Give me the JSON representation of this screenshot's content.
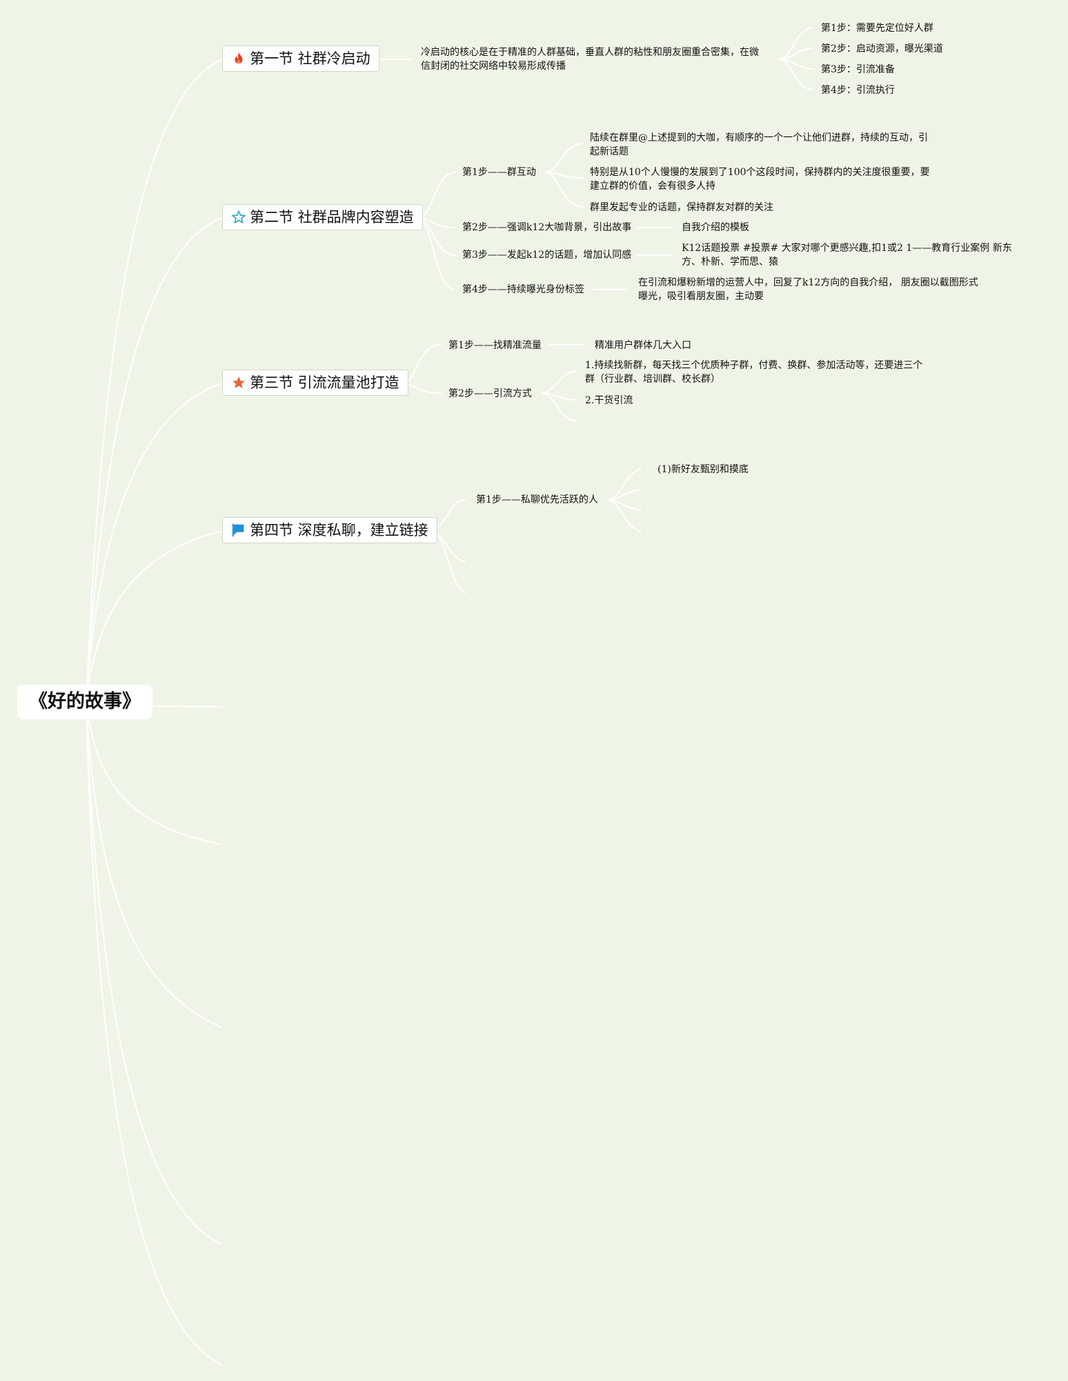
{
  "root": {
    "label": "《好的故事》"
  },
  "sections": [
    {
      "title": "第一节 社群冷启动",
      "icon": "flame-icon",
      "summary": "冷启动的核心是在于精准的人群基础，垂直人群的粘性和朋友圈重合密集，在微信封闭的社交网络中较易形成传播",
      "steps": [
        "第1步：需要先定位好人群",
        "第2步：启动资源，曝光渠道",
        "第3步：引流准备",
        "第4步：引流执行"
      ]
    },
    {
      "title": "第二节 社群品牌内容塑造",
      "icon": "star-outline-icon",
      "steps": [
        {
          "label": "第1步——群互动",
          "children": [
            "陆续在群里@上述提到的大咖，有顺序的一个一个让他们进群，持续的互动，引起新话题",
            "特别是从10个人慢慢的发展到了100个这段时间，保持群内的关注度很重要，要建立群的价值，会有很多人持",
            "群里发起专业的话题，保持群友对群的关注"
          ]
        },
        {
          "label": "第2步——强调k12大咖背景，引出故事",
          "children": [
            "自我介绍的模板"
          ]
        },
        {
          "label": "第3步——发起k12的话题，增加认同感",
          "children": [
            "K12话题投票 #投票# 大家对哪个更感兴趣,扣1或2 1——教育行业案例 新东方、朴新、学而思、猿"
          ]
        },
        {
          "label": "第4步——持续曝光身份标签",
          "children": [
            "在引流和爆粉新增的运营人中，回复了k12方向的自我介绍， 朋友圈以截图形式曝光，吸引看朋友圈，主动要"
          ]
        }
      ]
    },
    {
      "title": "第三节 引流流量池打造",
      "icon": "star-filled-icon",
      "steps": [
        {
          "label": "第1步——找精准流量",
          "children": [
            "精准用户群体几大入口"
          ]
        },
        {
          "label": "第2步——引流方式",
          "children": [
            "1.持续找新群，每天找三个优质种子群，付费、换群、参加活动等，还要进三个群（行业群、培训群、校长群）",
            "2.干货引流"
          ]
        }
      ]
    },
    {
      "title": "第四节 深度私聊，建立链接",
      "icon": "flag-icon",
      "steps": [
        {
          "label": "第1步——私聊优先活跃的人",
          "children": [
            "(1)新好友甄别和摸底"
          ]
        }
      ]
    }
  ],
  "colors": {
    "background": "#eef5e6",
    "connector": "#ffffff",
    "flame": "#e8401c",
    "star_outline": "#2aa5c8",
    "star_filled": "#e8643c",
    "flag": "#1e90d8"
  }
}
